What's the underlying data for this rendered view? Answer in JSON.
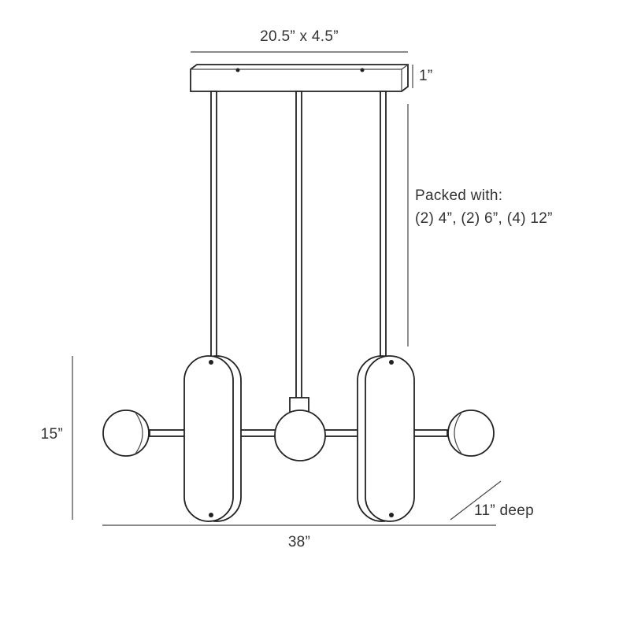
{
  "dimensions": {
    "canopy_size": "20.5” x 4.5”",
    "canopy_height": "1”",
    "rods_line1": "Packed with:",
    "rods_line2": "(2) 4”, (2) 6”, (4) 12”",
    "height": "15”",
    "width": "38”",
    "depth": "11” deep"
  }
}
